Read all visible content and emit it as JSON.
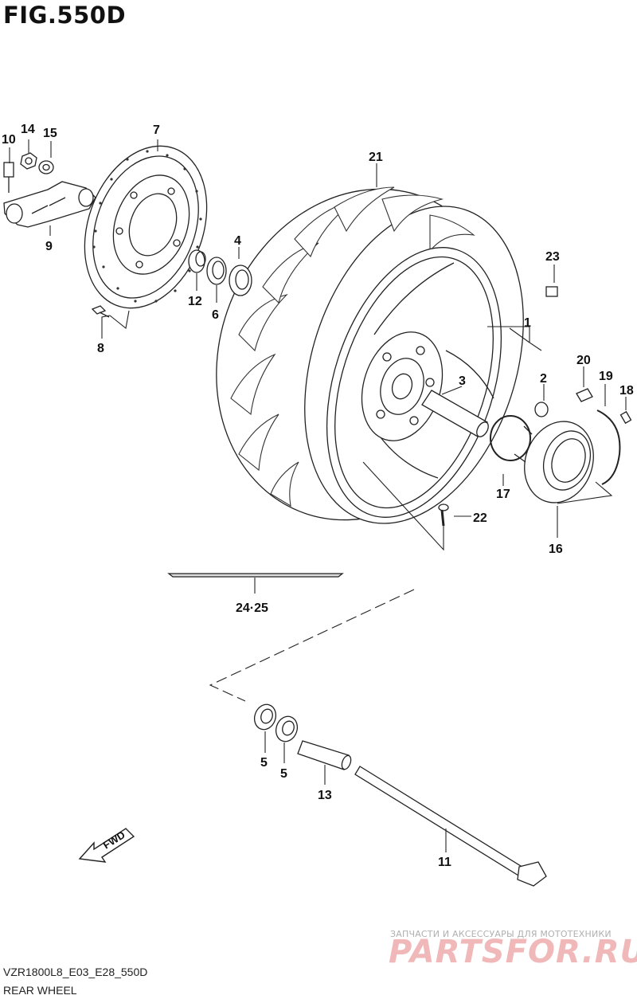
{
  "figure": {
    "title": "FIG.550D"
  },
  "footer": {
    "code": "VZR1800L8_E03_E28_550D",
    "name": "REAR WHEEL"
  },
  "watermark": {
    "tagline": "ЗАПЧАСТИ И АКСЕССУАРЫ ДЛЯ МОТОТЕХНИКИ",
    "brand": "PARTSFOR.RU"
  },
  "direction_arrow": {
    "label": "FWD"
  },
  "callouts": [
    {
      "id": "c1",
      "text": "1"
    },
    {
      "id": "c2",
      "text": "2"
    },
    {
      "id": "c3",
      "text": "3"
    },
    {
      "id": "c4",
      "text": "4"
    },
    {
      "id": "c5a",
      "text": "5"
    },
    {
      "id": "c5b",
      "text": "5"
    },
    {
      "id": "c6",
      "text": "6"
    },
    {
      "id": "c7",
      "text": "7"
    },
    {
      "id": "c8",
      "text": "8"
    },
    {
      "id": "c9",
      "text": "9"
    },
    {
      "id": "c10",
      "text": "10"
    },
    {
      "id": "c11",
      "text": "11"
    },
    {
      "id": "c12",
      "text": "12"
    },
    {
      "id": "c13",
      "text": "13"
    },
    {
      "id": "c14",
      "text": "14"
    },
    {
      "id": "c15",
      "text": "15"
    },
    {
      "id": "c16",
      "text": "16"
    },
    {
      "id": "c17",
      "text": "17"
    },
    {
      "id": "c18",
      "text": "18"
    },
    {
      "id": "c19",
      "text": "19"
    },
    {
      "id": "c20",
      "text": "20"
    },
    {
      "id": "c21",
      "text": "21"
    },
    {
      "id": "c22",
      "text": "22"
    },
    {
      "id": "c23",
      "text": "23"
    },
    {
      "id": "c24",
      "text": "24·25"
    }
  ]
}
